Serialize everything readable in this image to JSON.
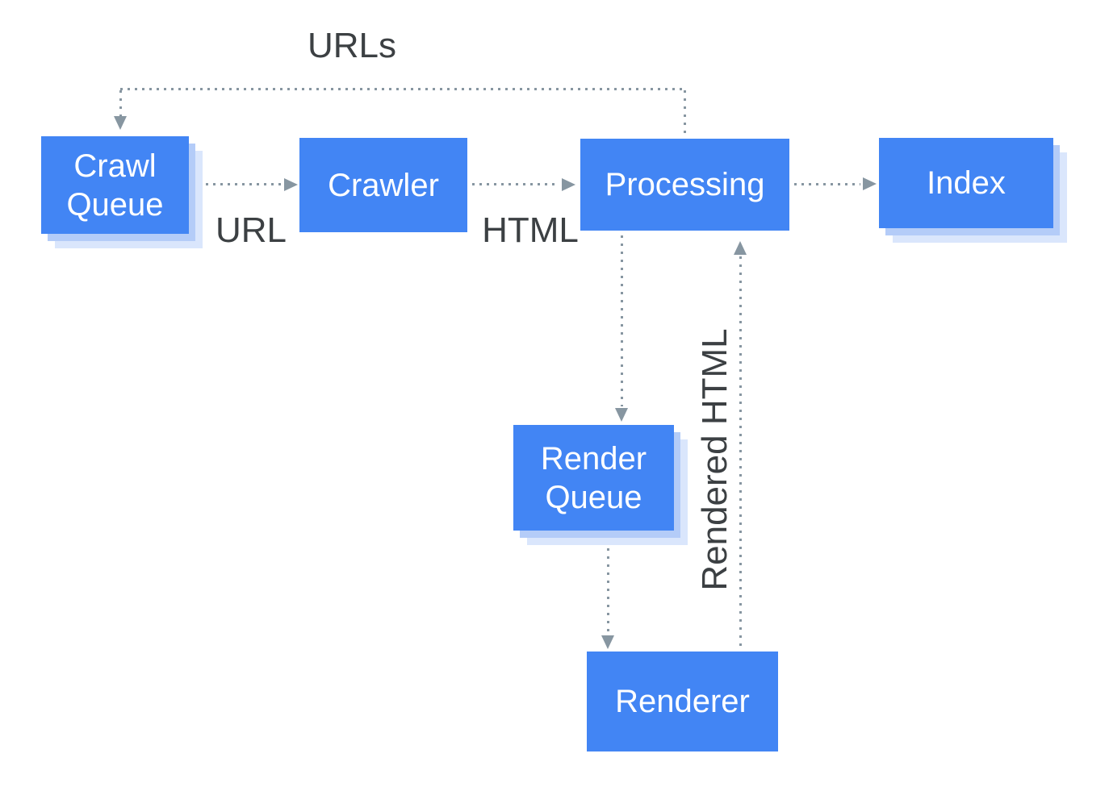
{
  "diagram": {
    "description": "Googlebot crawl, render and index pipeline flowchart",
    "nodes": {
      "crawl_queue": {
        "label": "Crawl Queue"
      },
      "crawler": {
        "label": "Crawler"
      },
      "processing": {
        "label": "Processing"
      },
      "index": {
        "label": "Index"
      },
      "render_queue": {
        "label": "Render Queue"
      },
      "renderer": {
        "label": "Renderer"
      }
    },
    "edges": [
      {
        "from": "processing",
        "to": "crawl_queue",
        "label": "URLs",
        "style": "dotted-elbow-top"
      },
      {
        "from": "crawl_queue",
        "to": "crawler",
        "label": "URL",
        "style": "dotted-right"
      },
      {
        "from": "crawler",
        "to": "processing",
        "label": "HTML",
        "style": "dotted-right"
      },
      {
        "from": "processing",
        "to": "index",
        "label": "",
        "style": "dotted-right"
      },
      {
        "from": "processing",
        "to": "render_queue",
        "label": "",
        "style": "dotted-down"
      },
      {
        "from": "render_queue",
        "to": "renderer",
        "label": "",
        "style": "dotted-down"
      },
      {
        "from": "renderer",
        "to": "processing",
        "label": "Rendered HTML",
        "style": "dotted-up"
      }
    ],
    "colors": {
      "node_fill": "#4285f4",
      "node_text": "#ffffff",
      "stack_shadow_near": "#b4ccf8",
      "stack_shadow_far": "#dae6fc",
      "connector_gray": "#8796a1",
      "label_gray": "#3c4043",
      "canvas_bg": "#ffffff"
    }
  }
}
